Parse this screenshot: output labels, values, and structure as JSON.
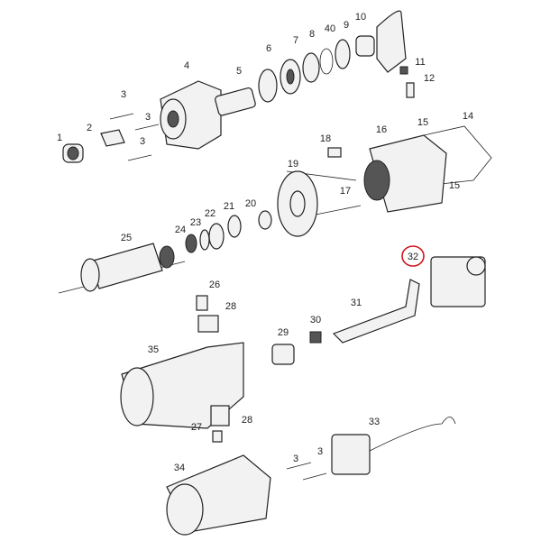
{
  "diagram": {
    "type": "exploded-parts-diagram",
    "labels": [
      "1",
      "2",
      "3",
      "3",
      "3",
      "4",
      "5",
      "6",
      "7",
      "8",
      "40",
      "9",
      "10",
      "11",
      "12",
      "14",
      "15",
      "15",
      "16",
      "17",
      "18",
      "19",
      "20",
      "21",
      "22",
      "23",
      "24",
      "25",
      "26",
      "28",
      "28",
      "27",
      "29",
      "30",
      "31",
      "32",
      "33",
      "34",
      "35",
      "3",
      "3"
    ],
    "highlighted_label": "32",
    "highlight_color": "#d0141a"
  }
}
